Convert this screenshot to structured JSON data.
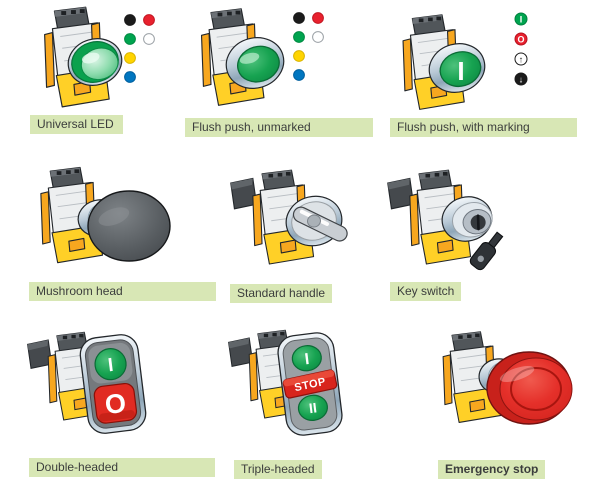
{
  "cells": [
    {
      "name": "universal-led",
      "label": "Universal LED",
      "swatches": [
        {
          "name": "black",
          "color": "#1b1b1b",
          "stroke": "#1b1b1b"
        },
        {
          "name": "red",
          "color": "#e8212e",
          "stroke": "#c21722"
        },
        {
          "name": "green",
          "color": "#00a44f",
          "stroke": "#008a42"
        },
        {
          "name": "white",
          "color": "#ffffff",
          "stroke": "#9aa0a5"
        },
        {
          "name": "yellow",
          "color": "#ffd400",
          "stroke": "#d9b400"
        },
        {
          "name": "blue",
          "color": "#0076c0",
          "stroke": "#005f9e"
        }
      ]
    },
    {
      "name": "flush-push-unmarked",
      "label": "Flush push, unmarked",
      "swatches": [
        {
          "name": "black",
          "color": "#1b1b1b",
          "stroke": "#1b1b1b"
        },
        {
          "name": "red",
          "color": "#e8212e",
          "stroke": "#c21722"
        },
        {
          "name": "green",
          "color": "#00a44f",
          "stroke": "#008a42"
        },
        {
          "name": "white",
          "color": "#ffffff",
          "stroke": "#9aa0a5"
        },
        {
          "name": "yellow",
          "color": "#ffd400",
          "stroke": "#d9b400"
        },
        {
          "name": "blue",
          "color": "#0076c0",
          "stroke": "#005f9e"
        }
      ]
    },
    {
      "name": "flush-push-with-marking",
      "label": "Flush push, with marking",
      "marking": "I",
      "symbols": [
        {
          "name": "start",
          "bg": "#00a44f",
          "stroke": "#00803e",
          "glyph": "I",
          "glyph_color": "#ffffff"
        },
        {
          "name": "stop",
          "bg": "#e8212e",
          "stroke": "#b5121f",
          "glyph": "O",
          "glyph_color": "#ffffff"
        },
        {
          "name": "up-arrow",
          "bg": "#ffffff",
          "stroke": "#1b1b1b",
          "glyph": "↑",
          "glyph_color": "#1b1b1b"
        },
        {
          "name": "down-arrow",
          "bg": "#1b1b1b",
          "stroke": "#1b1b1b",
          "glyph": "↓",
          "glyph_color": "#ffffff"
        }
      ]
    },
    {
      "name": "mushroom-head",
      "label": "Mushroom head"
    },
    {
      "name": "standard-handle",
      "label": "Standard handle"
    },
    {
      "name": "key-switch",
      "label": "Key switch"
    },
    {
      "name": "double-headed",
      "label": "Double-headed",
      "markings": {
        "top": "I",
        "bottom": "O"
      }
    },
    {
      "name": "triple-headed",
      "label": "Triple-headed",
      "markings": {
        "top": "I",
        "middle": "STOP",
        "bottom": "II"
      }
    },
    {
      "name": "emergency-stop",
      "label": "Emergency stop"
    }
  ],
  "colors": {
    "label_bg": "#d8e7b5",
    "label_text": "#3b3d3c",
    "clip_orange": "#f7a71f",
    "base_yellow": "#ffd027",
    "button_green": "#17a351",
    "button_red": "#e12b22",
    "estop_red": "#e5302a",
    "mushroom_gray": "#595e62"
  }
}
